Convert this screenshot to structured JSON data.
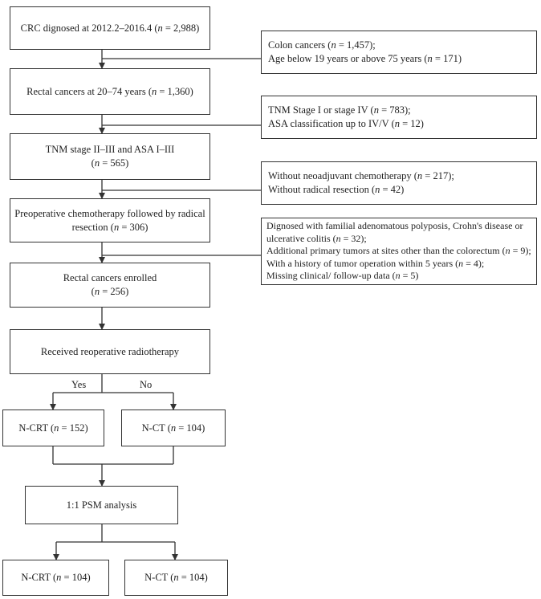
{
  "main_flow": {
    "b1": [
      "CRC dignosed at 2012.2–2016.4 (",
      "n",
      " = 2,988)"
    ],
    "b2": [
      "Rectal cancers at 20–74 years (",
      "n",
      " = 1,360)"
    ],
    "b3_line1": "TNM stage II–III and ASA I–III",
    "b3_line2": [
      "(",
      "n",
      " = 565)"
    ],
    "b4_line1": "Preoperative chemotherapy followed by radical",
    "b4_line2": [
      "resection (",
      "n",
      " = 306)"
    ],
    "b5_line1": "Rectal cancers enrolled",
    "b5_line2": [
      "(",
      "n",
      " = 256)"
    ],
    "b6": "Received reoperative radiotherapy",
    "yes_label": "Yes",
    "no_label": "No",
    "ncrt1": [
      "N-CRT (",
      "n",
      " = 152)"
    ],
    "nct1": [
      "N-CT (",
      "n",
      " = 104)"
    ],
    "psm": "1:1 PSM analysis",
    "ncrt2": [
      "N-CRT (",
      "n",
      " = 104)"
    ],
    "nct2": [
      "N-CT (",
      "n",
      " = 104)"
    ]
  },
  "exclusions": {
    "e1": [
      [
        "Colon cancers  (",
        "n",
        " = 1,457);"
      ],
      [
        "Age below 19 years or above 75 years (",
        "n",
        " = 171)"
      ]
    ],
    "e2": [
      [
        "TNM Stage I or stage IV  (",
        "n",
        " = 783);"
      ],
      [
        "ASA classification up to  IV/V (",
        "n",
        " = 12)"
      ]
    ],
    "e3": [
      [
        "Without neoadjuvant chemotherapy (",
        "n",
        " = 217);"
      ],
      [
        "Without radical  resection (",
        "n",
        " = 42)"
      ]
    ],
    "e4": [
      [
        "Dignosed with familial adenomatous polyposis, Crohn's disease or"
      ],
      [
        "ulcerative colitis  (",
        "n",
        " = 32);"
      ],
      [
        "Additional primary tumors at sites other than the colorectum (",
        "n",
        " = 9);"
      ],
      [
        "With a history of tumor operation within 5 years (",
        "n",
        " = 4);"
      ],
      [
        "Missing clinical/ follow-up data (",
        "n",
        " =  5)"
      ]
    ]
  }
}
